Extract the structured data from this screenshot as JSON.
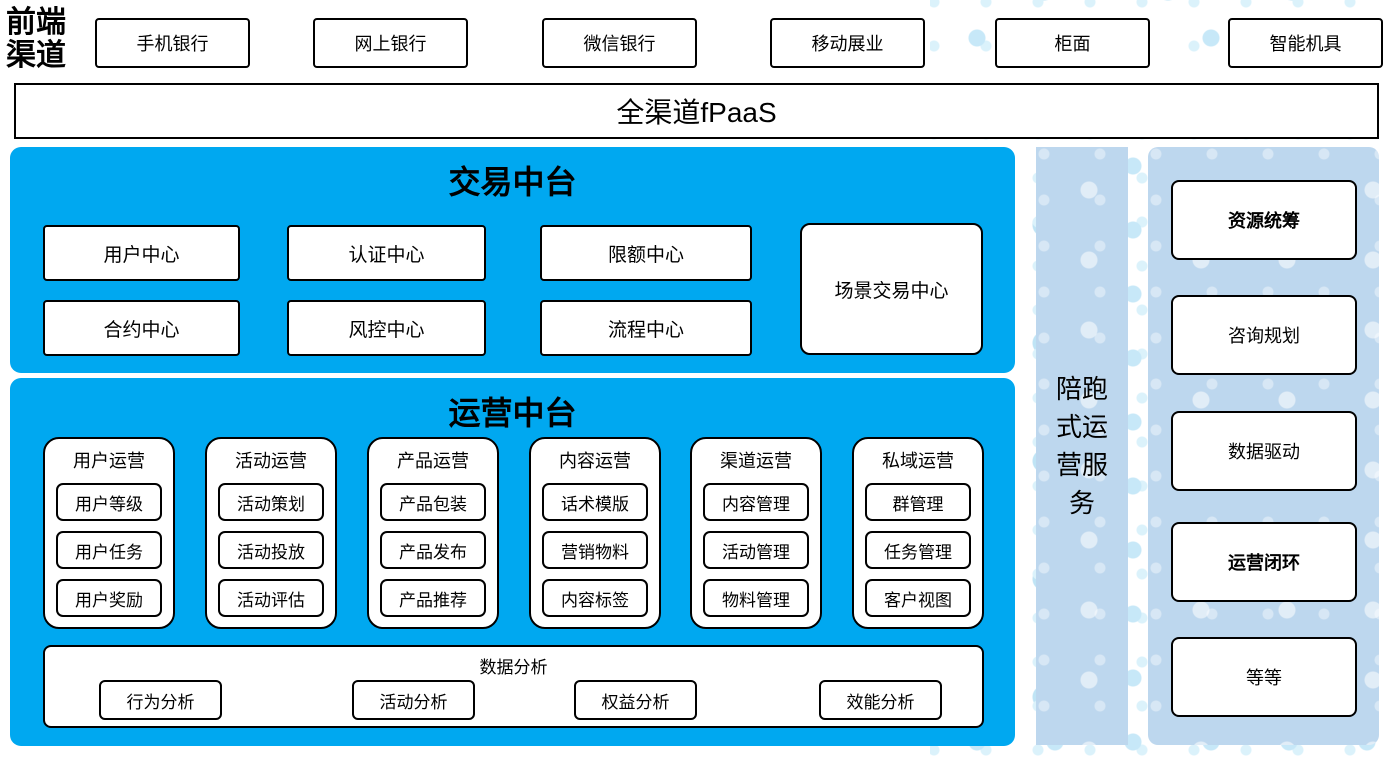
{
  "colors": {
    "platform_blue": "#00a8f0",
    "panel_light_blue": "#bdd7ee",
    "dot_blue": "#c7e8f8",
    "border": "#000000"
  },
  "front_channels": {
    "label": "前端渠道",
    "items": [
      "手机银行",
      "网上银行",
      "微信银行",
      "移动展业",
      "柜面",
      "智能机具"
    ]
  },
  "fpaas": {
    "label": "全渠道fPaaS"
  },
  "trading": {
    "title": "交易中台",
    "row1": [
      "用户中心",
      "认证中心",
      "限额中心"
    ],
    "row2": [
      "合约中心",
      "风控中心",
      "流程中心"
    ],
    "tall": "场景交易中心"
  },
  "operations": {
    "title": "运营中台",
    "groups": [
      {
        "title": "用户运营",
        "items": [
          "用户等级",
          "用户任务",
          "用户奖励"
        ]
      },
      {
        "title": "活动运营",
        "items": [
          "活动策划",
          "活动投放",
          "活动评估"
        ]
      },
      {
        "title": "产品运营",
        "items": [
          "产品包装",
          "产品发布",
          "产品推荐"
        ]
      },
      {
        "title": "内容运营",
        "items": [
          "话术模版",
          "营销物料",
          "内容标签"
        ]
      },
      {
        "title": "渠道运营",
        "items": [
          "内容管理",
          "活动管理",
          "物料管理"
        ]
      },
      {
        "title": "私域运营",
        "items": [
          "群管理",
          "任务管理",
          "客户视图"
        ]
      }
    ],
    "analysis": {
      "title": "数据分析",
      "items": [
        "行为分析",
        "活动分析",
        "权益分析",
        "效能分析"
      ]
    }
  },
  "companion": {
    "label": "陪跑式运营服务"
  },
  "services": {
    "items": [
      "资源统筹",
      "咨询规划",
      "数据驱动",
      "运营闭环",
      "等等"
    ]
  }
}
